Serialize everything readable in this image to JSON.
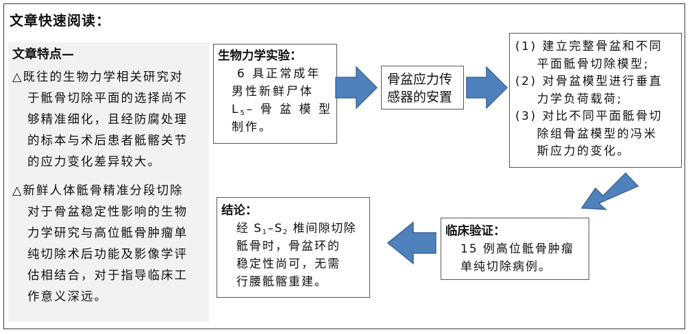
{
  "title": "文章快速阅读：",
  "features": {
    "heading": "文章特点—",
    "bullets": [
      {
        "lines": [
          "△既往的生物力学相关研究对",
          "于骶骨切除平面的选择尚不",
          "够精准细化，且经防腐处理",
          "的标本与术后患者骶髂关节",
          "的应力变化差异较大。"
        ]
      },
      {
        "lines": [
          "△新鲜人体骶骨精准分段切除",
          "对于骨盆稳定性影响的生物",
          "力学研究与高位骶骨肿瘤单",
          "纯切除术后功能及影像学评",
          "估相结合，对于指导临床工",
          "作意义深远。"
        ]
      }
    ]
  },
  "box_experiment": {
    "title": "生物力学实验：",
    "line1": "6 具正常成年",
    "line2": "男性新鲜尸体",
    "line3_pre": "L",
    "line3_sub": "5",
    "line3_post": "– 骨 盆 模 型",
    "line4": "制作。"
  },
  "box_sensor": {
    "line1": "骨盆应力传",
    "line2": "感器的安置"
  },
  "box_steps": {
    "lines": [
      "(1) 建立完整骨盆和不同",
      "    平面骶骨切除模型;",
      "(2) 对骨盆模型进行垂直",
      "    力学负荷载荷;",
      "(3) 对比不同平面骶骨切",
      "    除组骨盆模型的冯米",
      "    斯应力的变化。"
    ]
  },
  "box_clinical": {
    "title": "临床验证：",
    "line1": "15 例高位骶骨肿瘤",
    "line2": "单纯切除病例。"
  },
  "box_conclusion": {
    "title": "结论：",
    "l1_pre": "经 S",
    "l1_sub1": "1",
    "l1_mid": "–S",
    "l1_sub2": "2",
    "l1_post": " 椎间隙切除",
    "line2": "骶骨时，骨盆环的",
    "line3": "稳定性尚可，无需",
    "line4": "行腰骶髂重建。"
  },
  "colors": {
    "arrow": "#4f81bd",
    "arrow_border": "#3a6595",
    "panel": "#f1f2f2"
  }
}
